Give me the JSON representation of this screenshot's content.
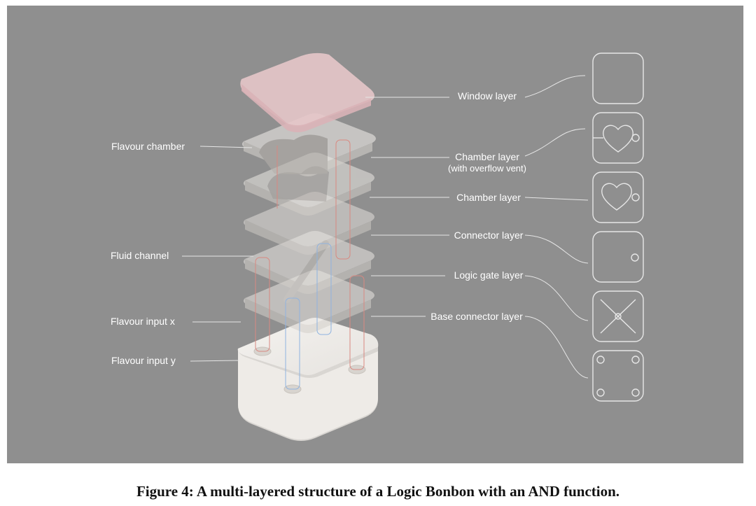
{
  "figure": {
    "left_labels": {
      "flavour_chamber": "Flavour chamber",
      "fluid_channel": "Fluid channel",
      "flavour_input_x": "Flavour input x",
      "flavour_input_y": "Flavour input y"
    },
    "right_labels": {
      "window_layer": "Window  layer",
      "chamber_layer_vent": "Chamber layer",
      "chamber_layer_vent_sub": "(with overflow vent)",
      "chamber_layer": "Chamber layer",
      "connector_layer": "Connector layer",
      "logic_gate_layer": "Logic gate layer",
      "base_connector_layer": "Base connector layer"
    },
    "background_color": "#8f8f8f",
    "window_tint": "#e8c4c8",
    "channel_colors": {
      "x": "#d98880",
      "y": "#8fb3e0"
    }
  },
  "caption": "Figure 4: A multi-layered structure of a Logic Bonbon with an AND function."
}
